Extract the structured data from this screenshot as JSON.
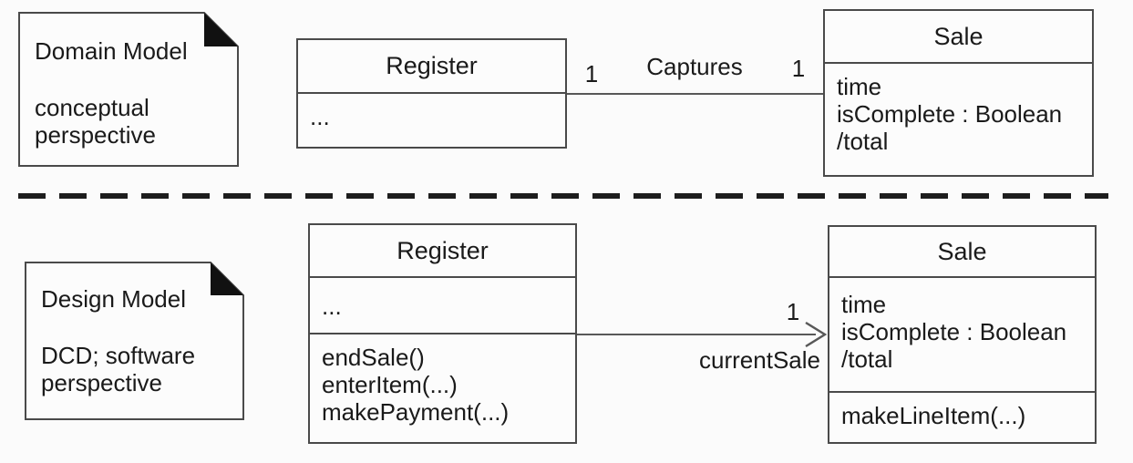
{
  "colors": {
    "box_border": "#4a4a4a",
    "line": "#585858",
    "text": "#1a1a1a",
    "note_fold": "#111111",
    "background": "#fbfbfb"
  },
  "top": {
    "note": {
      "title": "Domain Model",
      "line1": "conceptual",
      "line2": "perspective"
    },
    "register": {
      "title": "Register",
      "attributes": [
        "..."
      ]
    },
    "association": {
      "mult_source": "1",
      "label": "Captures",
      "mult_target": "1"
    },
    "sale": {
      "title": "Sale",
      "attributes": [
        "time",
        "isComplete : Boolean",
        "/total"
      ]
    }
  },
  "bottom": {
    "note": {
      "title": "Design Model",
      "line1": "DCD; software",
      "line2": "perspective"
    },
    "register": {
      "title": "Register",
      "attributes": [
        "..."
      ],
      "operations": [
        "endSale()",
        "enterItem(...)",
        "makePayment(...)"
      ]
    },
    "association": {
      "mult_target": "1",
      "label": "currentSale"
    },
    "sale": {
      "title": "Sale",
      "attributes": [
        "time",
        "isComplete : Boolean",
        "/total"
      ],
      "operations": [
        "makeLineItem(...)"
      ]
    }
  }
}
